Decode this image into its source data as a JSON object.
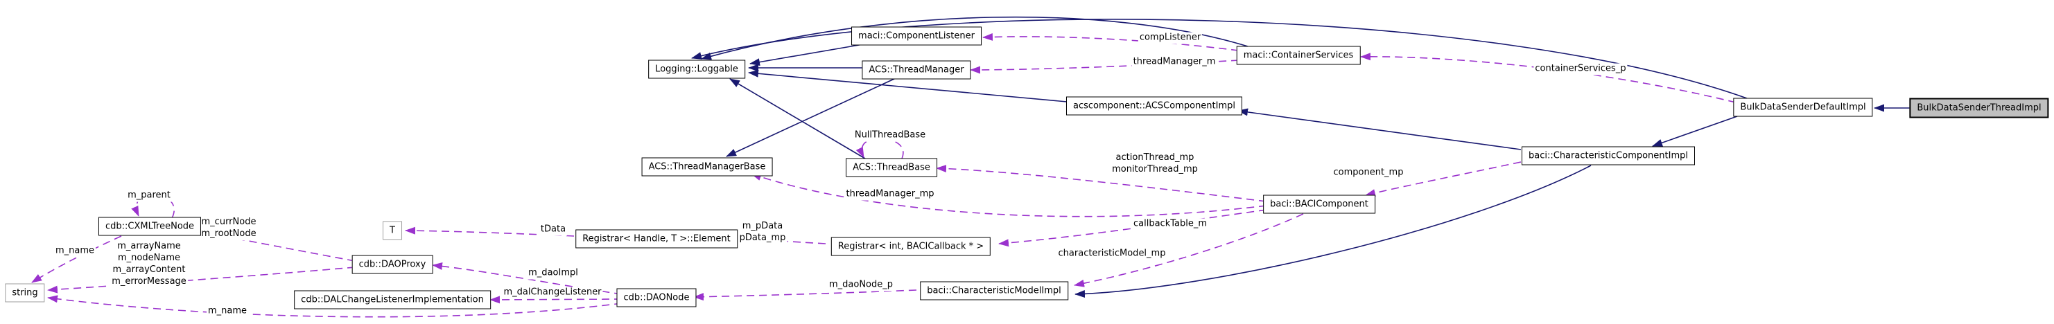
{
  "diagram": {
    "kind": "collaboration-diagram",
    "focus_node": "BulkDataSenderThreadImpl",
    "colors": {
      "inheritance_edge": "#191970",
      "usage_edge": "#9a32cd",
      "node_background": "#ffffff",
      "node_border": "#000000",
      "focus_node_background": "#bfbfbf",
      "external_node_border": "#9e9e9e"
    },
    "nodes": [
      {
        "id": "loggable",
        "label": "Logging::Loggable",
        "kind": "class"
      },
      {
        "id": "component-listener",
        "label": "maci::ComponentListener",
        "kind": "class"
      },
      {
        "id": "thread-manager",
        "label": "ACS::ThreadManager",
        "kind": "class"
      },
      {
        "id": "container-services",
        "label": "maci::ContainerServices",
        "kind": "class"
      },
      {
        "id": "acs-component-impl",
        "label": "acscomponent::ACSComponentImpl",
        "kind": "class"
      },
      {
        "id": "bulk-default",
        "label": "BulkDataSenderDefaultImpl",
        "kind": "class"
      },
      {
        "id": "bulk-thread",
        "label": "BulkDataSenderThreadImpl",
        "kind": "focus"
      },
      {
        "id": "thread-manager-base",
        "label": "ACS::ThreadManagerBase",
        "kind": "class"
      },
      {
        "id": "thread-base",
        "label": "ACS::ThreadBase",
        "kind": "class"
      },
      {
        "id": "char-component-impl",
        "label": "baci::CharacteristicComponentImpl",
        "kind": "class"
      },
      {
        "id": "baci-component",
        "label": "baci::BACIComponent",
        "kind": "class"
      },
      {
        "id": "cxml-tree-node",
        "label": "cdb::CXMLTreeNode",
        "kind": "class"
      },
      {
        "id": "t",
        "label": "T",
        "kind": "external"
      },
      {
        "id": "reg-element",
        "label": "Registrar< Handle, T >::Element",
        "kind": "class"
      },
      {
        "id": "reg-int",
        "label": "Registrar< int, BACICallback * >",
        "kind": "class"
      },
      {
        "id": "string",
        "label": "string",
        "kind": "external"
      },
      {
        "id": "dao-proxy",
        "label": "cdb::DAOProxy",
        "kind": "class"
      },
      {
        "id": "dal-change",
        "label": "cdb::DALChangeListenerImplementation",
        "kind": "class"
      },
      {
        "id": "dao-node",
        "label": "cdb::DAONode",
        "kind": "class"
      },
      {
        "id": "char-model-impl",
        "label": "baci::CharacteristicModelImpl",
        "kind": "class"
      }
    ],
    "edges": [
      {
        "from": "maci::ComponentListener",
        "to": "Logging::Loggable",
        "type": "inheritance"
      },
      {
        "from": "ACS::ThreadManager",
        "to": "Logging::Loggable",
        "type": "inheritance"
      },
      {
        "from": "maci::ContainerServices",
        "to": "Logging::Loggable",
        "type": "inheritance"
      },
      {
        "from": "BulkDataSenderDefaultImpl",
        "to": "Logging::Loggable",
        "type": "inheritance"
      },
      {
        "from": "acscomponent::ACSComponentImpl",
        "to": "Logging::Loggable",
        "type": "inheritance"
      },
      {
        "from": "ACS::ThreadBase",
        "to": "Logging::Loggable",
        "type": "inheritance"
      },
      {
        "from": "ACS::ThreadManager",
        "to": "ACS::ThreadManagerBase",
        "type": "inheritance"
      },
      {
        "from": "baci::CharacteristicComponentImpl",
        "to": "acscomponent::ACSComponentImpl",
        "type": "inheritance"
      },
      {
        "from": "BulkDataSenderDefaultImpl",
        "to": "baci::CharacteristicComponentImpl",
        "type": "inheritance"
      },
      {
        "from": "BulkDataSenderThreadImpl",
        "to": "BulkDataSenderDefaultImpl",
        "type": "inheritance"
      },
      {
        "from": "baci::CharacteristicComponentImpl",
        "to": "baci::CharacteristicModelImpl",
        "type": "inheritance"
      },
      {
        "from": "maci::ContainerServices",
        "to": "maci::ComponentListener",
        "type": "usage",
        "label": "compListener"
      },
      {
        "from": "maci::ContainerServices",
        "to": "ACS::ThreadManager",
        "type": "usage",
        "label": "threadManager_m"
      },
      {
        "from": "BulkDataSenderDefaultImpl",
        "to": "maci::ContainerServices",
        "type": "usage",
        "label": "containerServices_p"
      },
      {
        "from": "baci::BACIComponent",
        "to": "ACS::ThreadManagerBase",
        "type": "usage",
        "label": "threadManager_mp"
      },
      {
        "from": "baci::BACIComponent",
        "to": "ACS::ThreadBase",
        "type": "usage",
        "label": "actionThread_mp\nmonitorThread_mp"
      },
      {
        "from": "baci::CharacteristicComponentImpl",
        "to": "baci::BACIComponent",
        "type": "usage",
        "label": "component_mp"
      },
      {
        "from": "ACS::ThreadBase",
        "to": "ACS::ThreadBase",
        "type": "usage",
        "label": "NullThreadBase"
      },
      {
        "from": "baci::BACIComponent",
        "to": "Registrar< int, BACICallback * >",
        "type": "usage",
        "label": "callbackTable_m"
      },
      {
        "from": "baci::BACIComponent",
        "to": "baci::CharacteristicModelImpl",
        "type": "usage",
        "label": "characteristicModel_mp"
      },
      {
        "from": "Registrar< int, BACICallback * >",
        "to": "Registrar< Handle, T >::Element",
        "type": "usage",
        "label": "m_pData\npData_mp"
      },
      {
        "from": "Registrar< Handle, T >::Element",
        "to": "T",
        "type": "usage",
        "label": "tData"
      },
      {
        "from": "baci::CharacteristicModelImpl",
        "to": "cdb::DAONode",
        "type": "usage",
        "label": "m_daoNode_p"
      },
      {
        "from": "cdb::DAONode",
        "to": "cdb::DAOProxy",
        "type": "usage",
        "label": "m_daoImpl"
      },
      {
        "from": "cdb::DAONode",
        "to": "cdb::DALChangeListenerImplementation",
        "type": "usage",
        "label": "m_dalChangeListener"
      },
      {
        "from": "cdb::DAOProxy",
        "to": "cdb::CXMLTreeNode",
        "type": "usage",
        "label": "m_currNode\nm_rootNode"
      },
      {
        "from": "cdb::CXMLTreeNode",
        "to": "cdb::CXMLTreeNode",
        "type": "usage",
        "label": "m_parent"
      },
      {
        "from": "cdb::CXMLTreeNode",
        "to": "string",
        "type": "usage",
        "label": "m_name"
      },
      {
        "from": "cdb::DAOProxy",
        "to": "string",
        "type": "usage",
        "label": "m_arrayName\nm_nodeName\nm_arrayContent\nm_errorMessage"
      },
      {
        "from": "cdb::DAONode",
        "to": "string",
        "type": "usage",
        "label": "m_name"
      }
    ]
  }
}
